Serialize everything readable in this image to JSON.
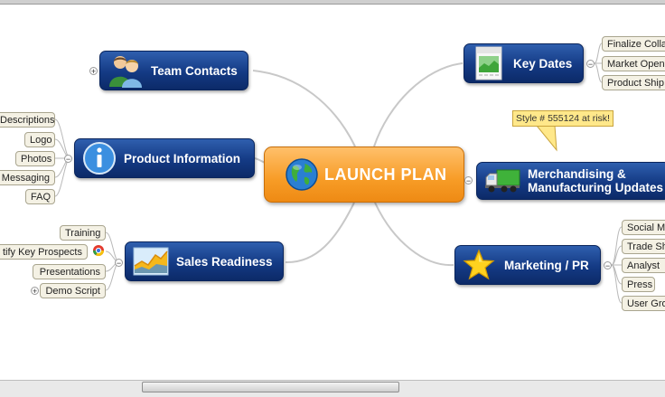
{
  "central": {
    "label": "LAUNCH PLAN",
    "icon": "globe-icon"
  },
  "topics": {
    "team_contacts": {
      "label": "Team Contacts",
      "icon": "people-icon"
    },
    "product_information": {
      "label": "Product Information",
      "icon": "info-icon"
    },
    "sales_readiness": {
      "label": "Sales Readiness",
      "icon": "chart-icon"
    },
    "key_dates": {
      "label": "Key Dates",
      "icon": "calendar-icon"
    },
    "merchandising": {
      "label_line1": "Merchandising &",
      "label_line2": "Manufacturing Updates",
      "icon": "truck-icon"
    },
    "marketing_pr": {
      "label": "Marketing / PR",
      "icon": "star-icon"
    }
  },
  "callout": {
    "text": "Style # 555124 at risk!"
  },
  "subtopics": {
    "product_information": [
      "Descriptions",
      "Logo",
      "Photos",
      "Messaging",
      "FAQ"
    ],
    "sales_readiness": [
      "Training",
      "tify Key Prospects",
      "Presentations",
      "Demo Script"
    ],
    "key_dates": [
      "Finalize Colla",
      "Market Open",
      "Product Ship"
    ],
    "marketing_pr": [
      "Social M",
      "Trade Sh",
      "Analyst",
      "Press",
      "User Gro"
    ]
  },
  "toggles": {
    "expand": "+",
    "collapse": "−"
  },
  "colors": {
    "topic": "#143a84",
    "central": "#f79c26",
    "callout": "#ffe88a",
    "subtopic": "#f4f1e4"
  }
}
